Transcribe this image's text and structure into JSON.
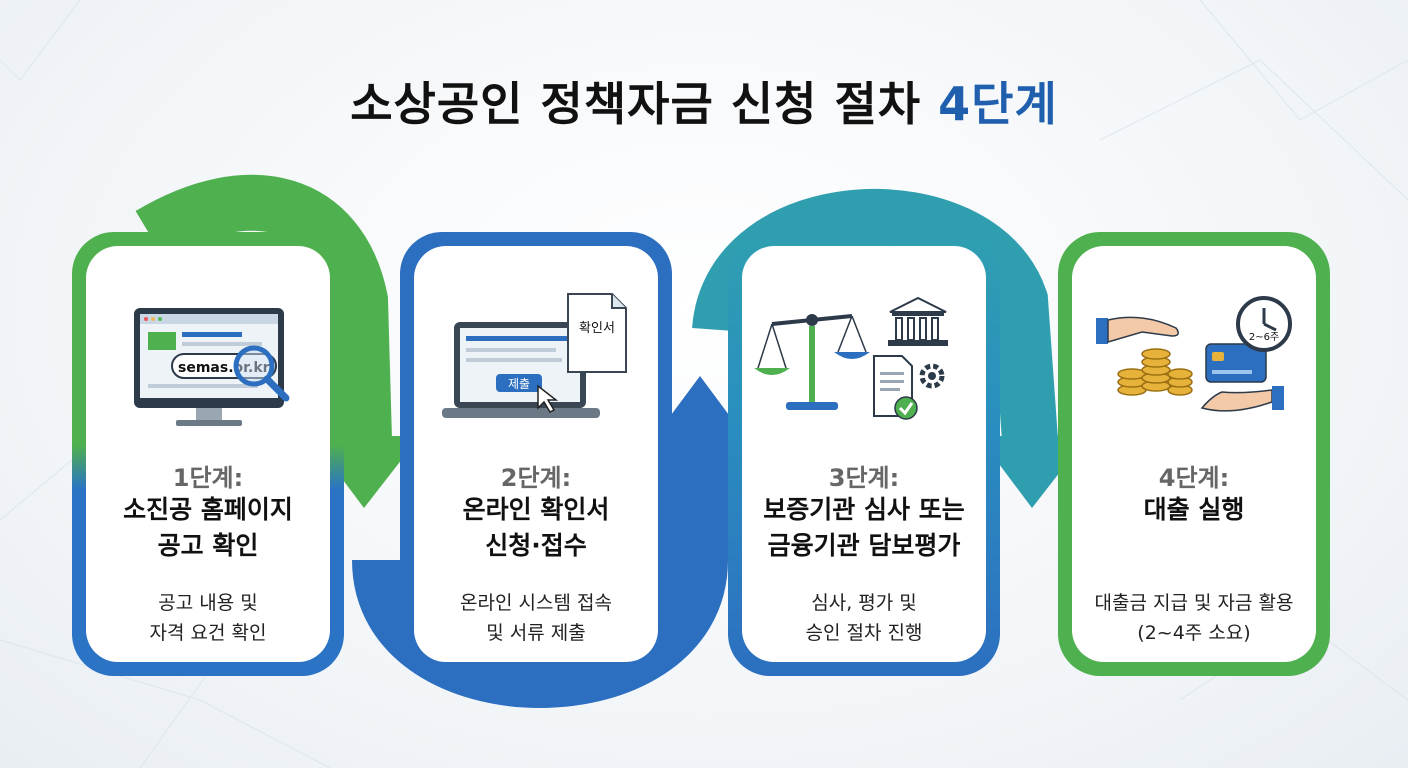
{
  "title": {
    "main": "소상공인 정책자금 신청 절차 ",
    "accent": "4단계"
  },
  "colors": {
    "green": "#4fb04f",
    "blue": "#2c6fc0",
    "teal": "#2f9fb0",
    "title_accent": "#1f5fae"
  },
  "steps": [
    {
      "step": "1단계:",
      "head": [
        "소진공 홈페이지",
        "공고 확인"
      ],
      "desc": [
        "공고 내용 및",
        "자격 요건 확인"
      ],
      "icon": "monitor-magnifier-icon",
      "icon_text": "semas.or.kr"
    },
    {
      "step": "2단계:",
      "head": [
        "온라인 확인서",
        "신청·접수"
      ],
      "desc": [
        "온라인 시스템 접속",
        "및 서류 제출"
      ],
      "icon": "laptop-document-icon",
      "icon_text": "확인서",
      "icon_button": "제출"
    },
    {
      "step": "3단계:",
      "head": [
        "보증기관 심사 또는",
        "금융기관 담보평가"
      ],
      "desc": [
        "심사, 평가 및",
        "승인 절차 진행"
      ],
      "icon": "scale-bank-document-icon"
    },
    {
      "step": "4단계:",
      "head": [
        "대출 실행"
      ],
      "desc": [
        "대출금 지급 및 자금 활용",
        "(2~4주 소요)"
      ],
      "icon": "hands-coins-card-clock-icon",
      "icon_text": "2~6주"
    }
  ]
}
